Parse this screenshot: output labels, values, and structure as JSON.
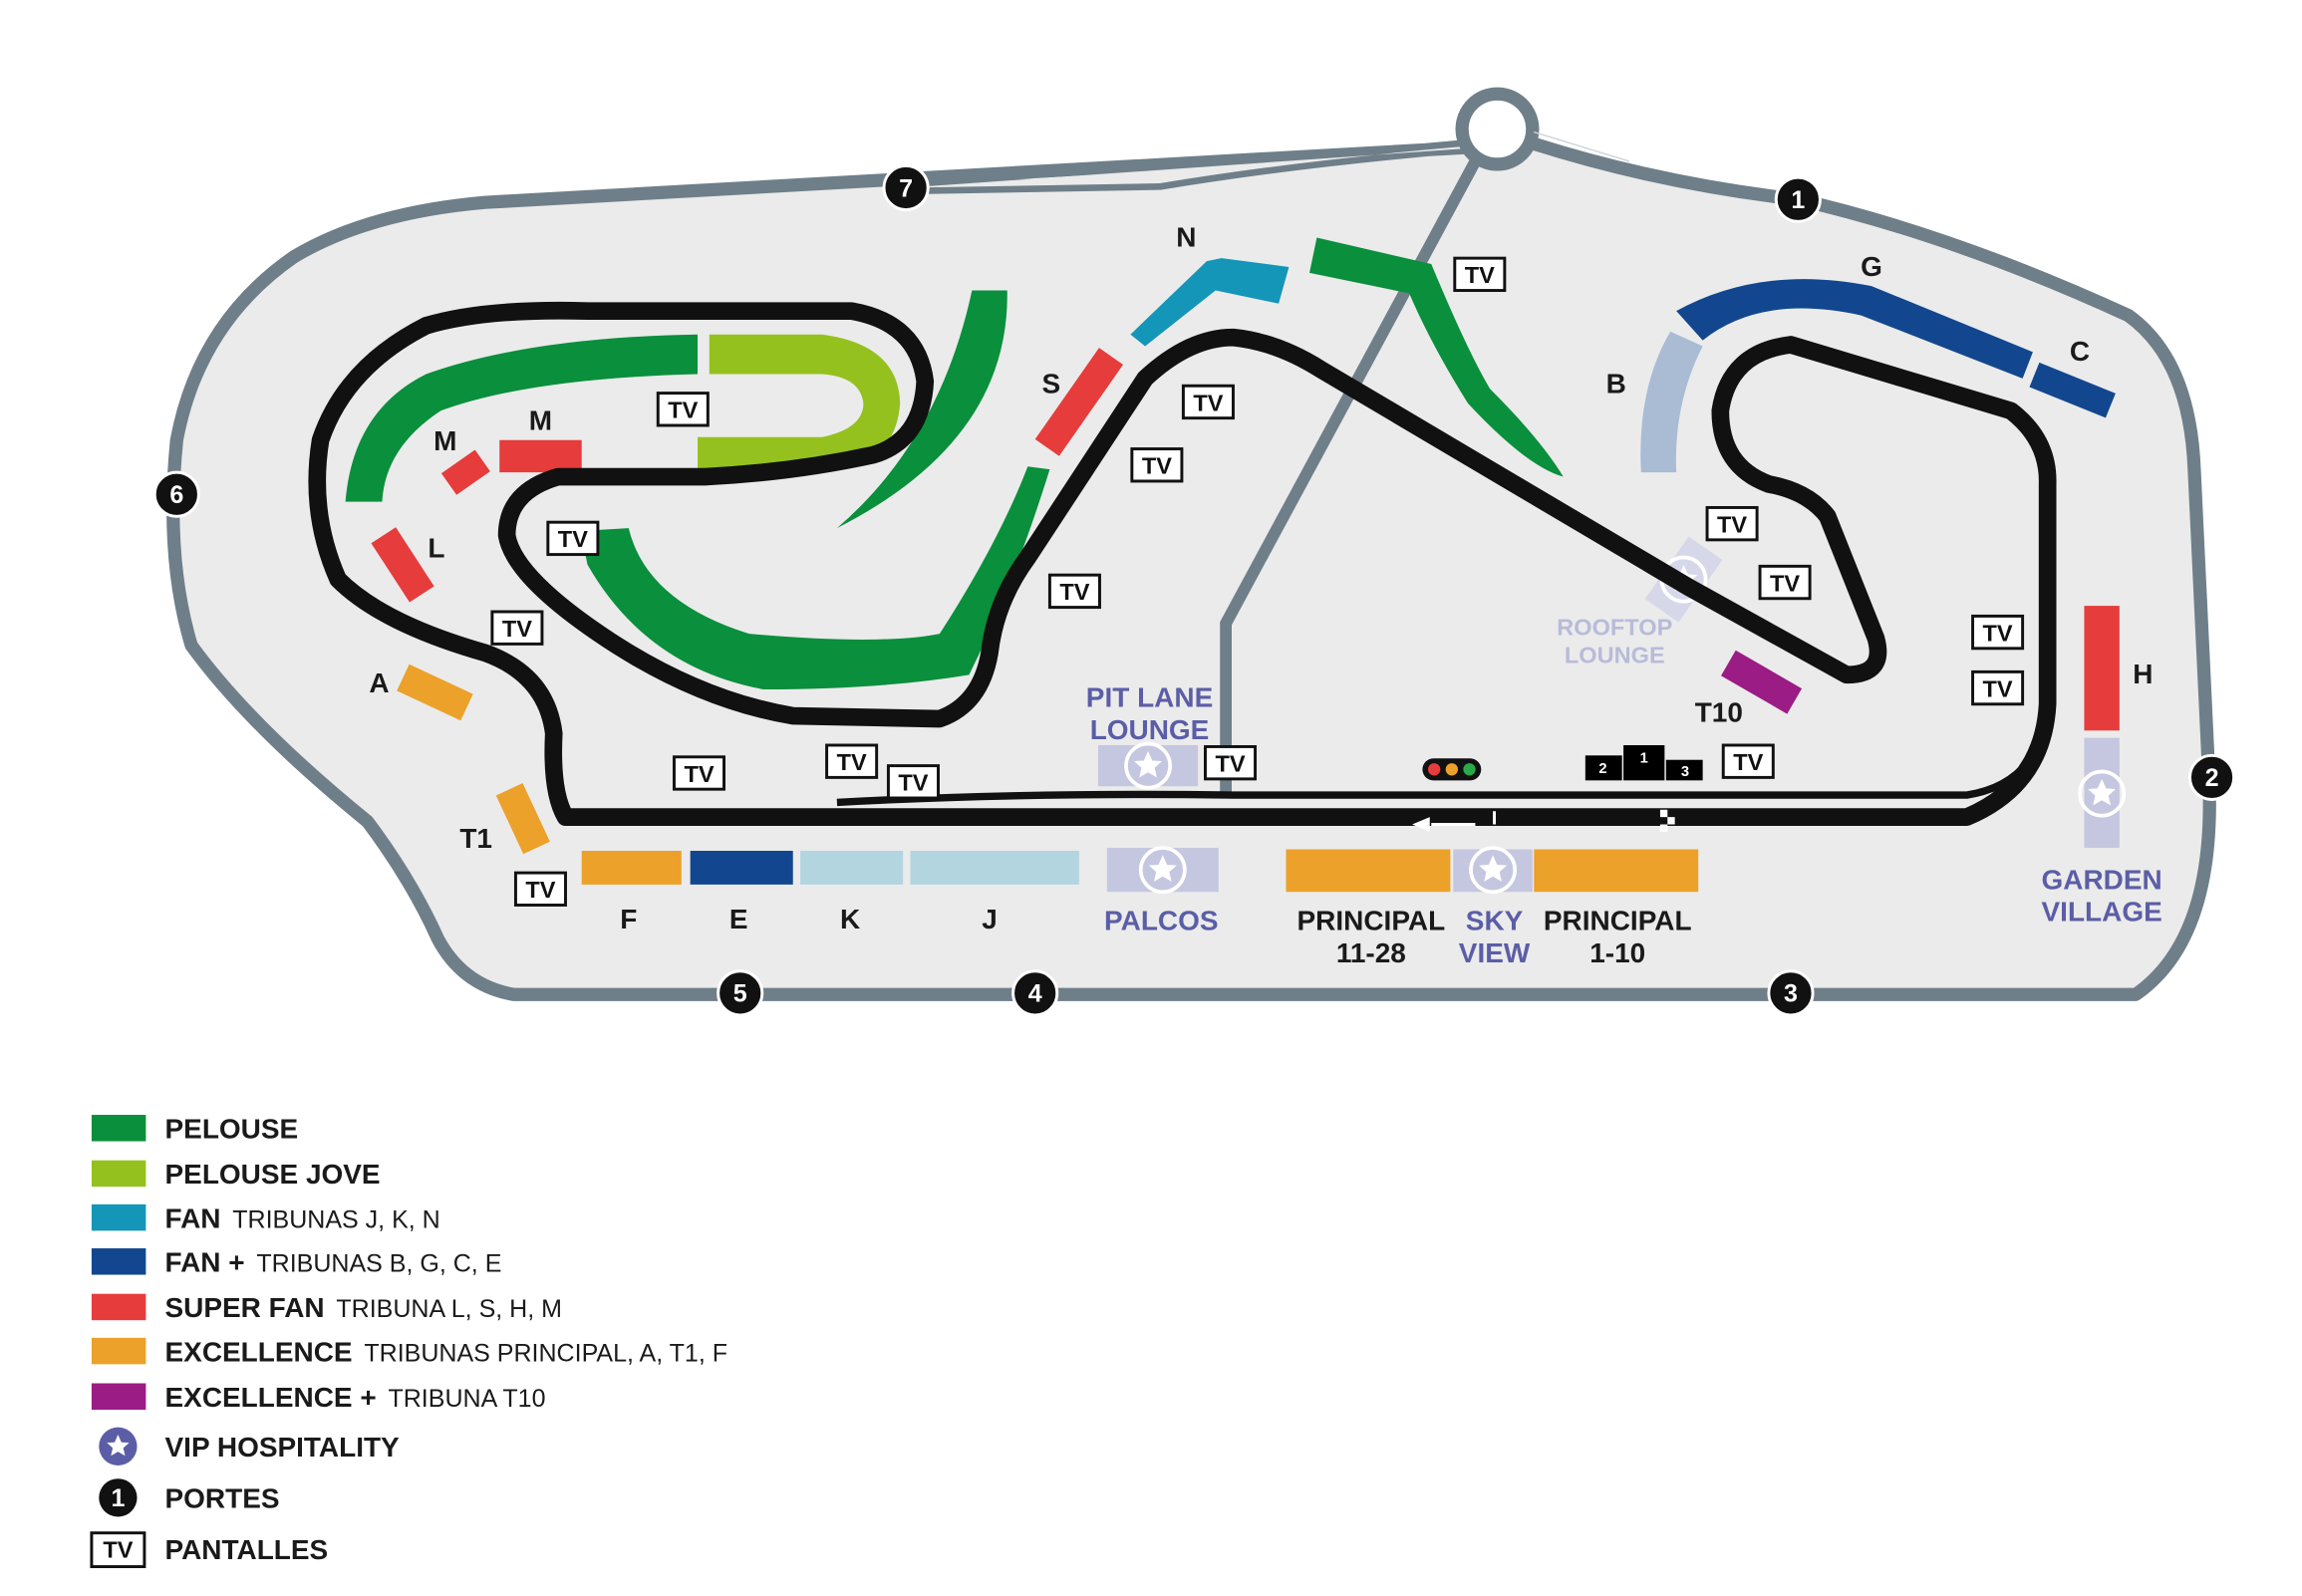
{
  "colors": {
    "pelouse": "#0a8f3c",
    "pelouse_jove": "#95c11f",
    "fan": "#1496b8",
    "fan_plus": "#12478f",
    "super_fan": "#e63c3c",
    "excellence": "#eca12a",
    "excellence_plus": "#9b1c84",
    "vip": "#c5c7e0",
    "vip_dark": "#5b5ea6",
    "light_blue": "#b2d5e0",
    "steel": "#a9bcd4",
    "road": "#6f7f89",
    "ground": "#ebebeb"
  },
  "stands": {
    "N": "N",
    "S": "S",
    "M1": "M",
    "M2": "M",
    "L": "L",
    "A": "A",
    "T1": "T1",
    "F": "F",
    "E": "E",
    "K": "K",
    "J": "J",
    "G": "G",
    "C": "C",
    "B": "B",
    "H": "H",
    "T10": "T10"
  },
  "hospitality": {
    "pit_lane_1": "PIT LANE",
    "pit_lane_2": "LOUNGE",
    "rooftop_1": "ROOFTOP",
    "rooftop_2": "LOUNGE",
    "palcos": "PALCOS",
    "sky_1": "SKY",
    "sky_2": "VIEW",
    "garden_1": "GARDEN",
    "garden_2": "VILLAGE"
  },
  "principal": {
    "left_1": "PRINCIPAL",
    "left_2": "11-28",
    "right_1": "PRINCIPAL",
    "right_2": "1-10"
  },
  "podium": {
    "first": "1",
    "second": "2",
    "third": "3"
  },
  "gates": [
    "1",
    "2",
    "3",
    "4",
    "5",
    "6",
    "7"
  ],
  "tv_label": "TV",
  "legend": [
    {
      "bold": "PELOUSE",
      "rest": ""
    },
    {
      "bold": "PELOUSE JOVE",
      "rest": ""
    },
    {
      "bold": "FAN",
      "rest": "TRIBUNAS J, K, N"
    },
    {
      "bold": "FAN +",
      "rest": "TRIBUNAS B, G, C, E"
    },
    {
      "bold": "SUPER FAN",
      "rest": "TRIBUNA L, S, H, M"
    },
    {
      "bold": "EXCELLENCE",
      "rest": "TRIBUNAS PRINCIPAL, A, T1, F"
    },
    {
      "bold": "EXCELLENCE +",
      "rest": "TRIBUNA T10"
    },
    {
      "bold": "VIP HOSPITALITY",
      "rest": ""
    },
    {
      "bold": "PORTES",
      "rest": ""
    },
    {
      "bold": "PANTALLES",
      "rest": ""
    }
  ],
  "legend_gate_number": "1"
}
